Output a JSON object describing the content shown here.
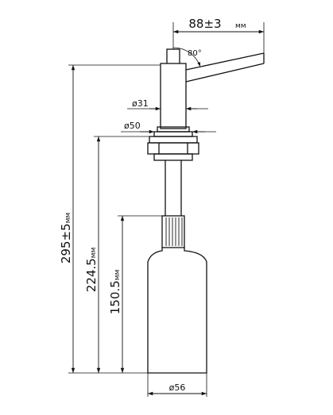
{
  "dimensions": {
    "spout_reach": {
      "value": "88±3",
      "unit": "мм"
    },
    "spout_angle": "80°",
    "stem_diameter": "ø31",
    "flange_diameter": "ø50",
    "total_height": {
      "value": "295±5",
      "unit": "мм"
    },
    "flange_height": {
      "value": "224.5",
      "unit": "мм"
    },
    "bottle_height": {
      "value": "150.5",
      "unit": "мм"
    },
    "bottle_diameter": "ø56"
  }
}
